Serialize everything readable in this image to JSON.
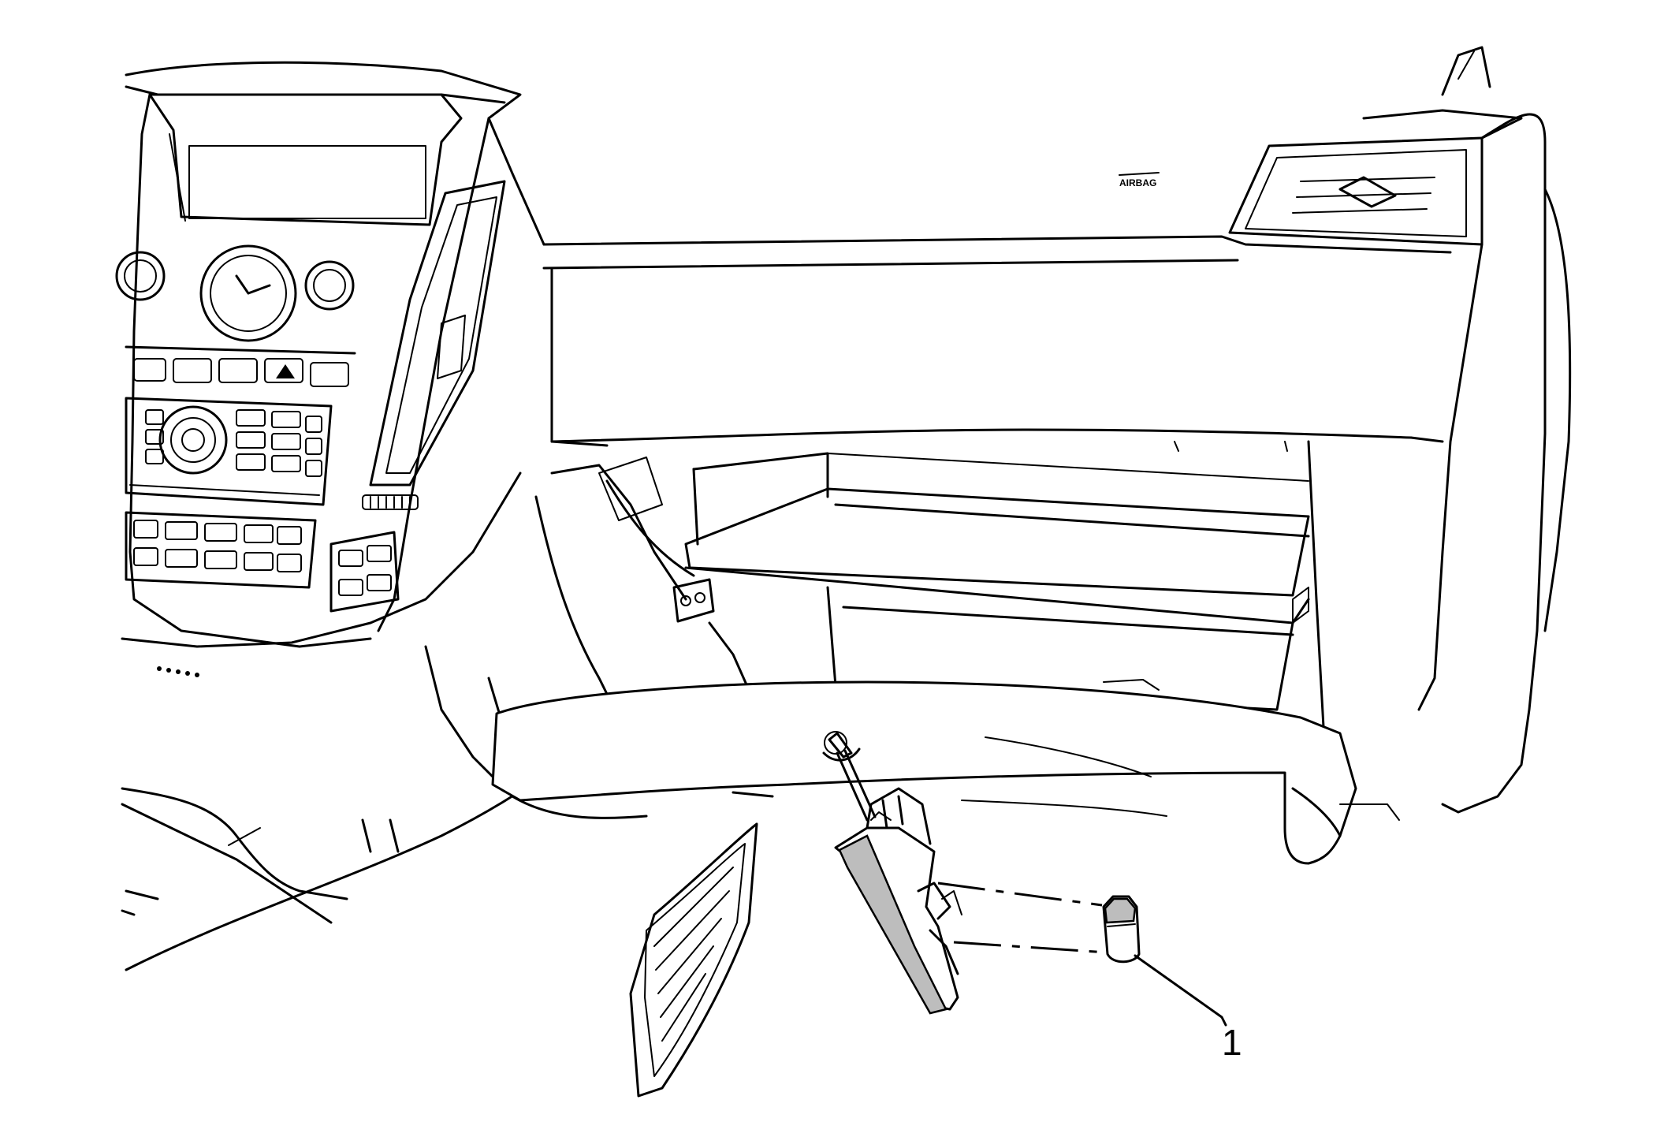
{
  "diagram": {
    "callouts": [
      {
        "label": "1",
        "part": "glove-box-lock-cylinder"
      }
    ],
    "panel_markings": {
      "airbag": "AIRBAG"
    }
  }
}
